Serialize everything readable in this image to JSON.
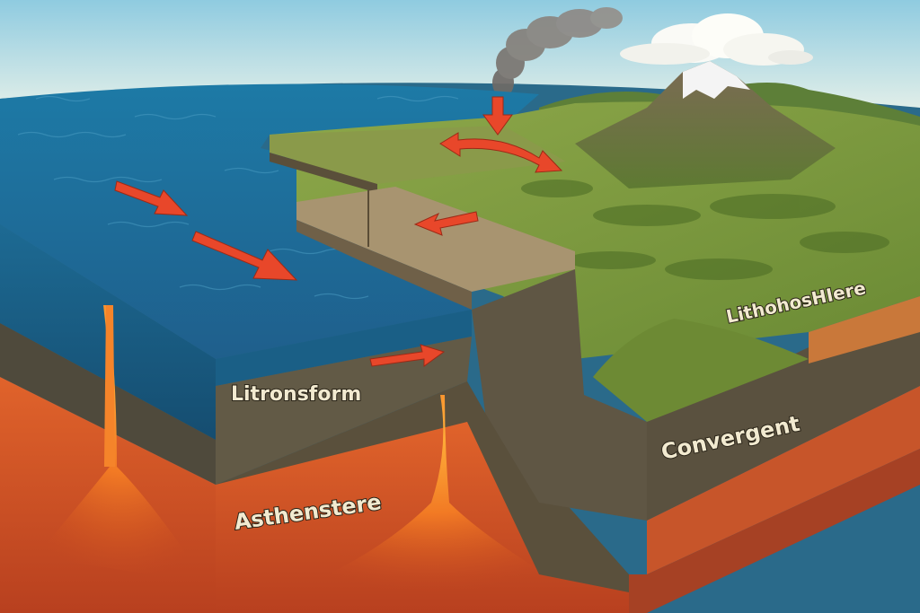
{
  "labels": {
    "oceanic_block": "Litronsform",
    "mantle": "Asthenstere",
    "continental_layer": "LithohosHIere",
    "boundary": "Convergent"
  },
  "colors": {
    "sky_top": "#9fd3e3",
    "sky_bottom": "#e8f2ea",
    "ocean": "#1e6f96",
    "ocean_deep": "#114a6e",
    "land": "#7c9a3c",
    "crust": "#6a5d45",
    "mantle": "#d8552a",
    "magma": "#f07a22",
    "arrow": "#e8472a",
    "smoke": "#7a7570",
    "snow": "#f4f4f4"
  },
  "icons": [
    "arrow-icon",
    "volcano-icon",
    "cloud-icon",
    "smoke-icon"
  ]
}
